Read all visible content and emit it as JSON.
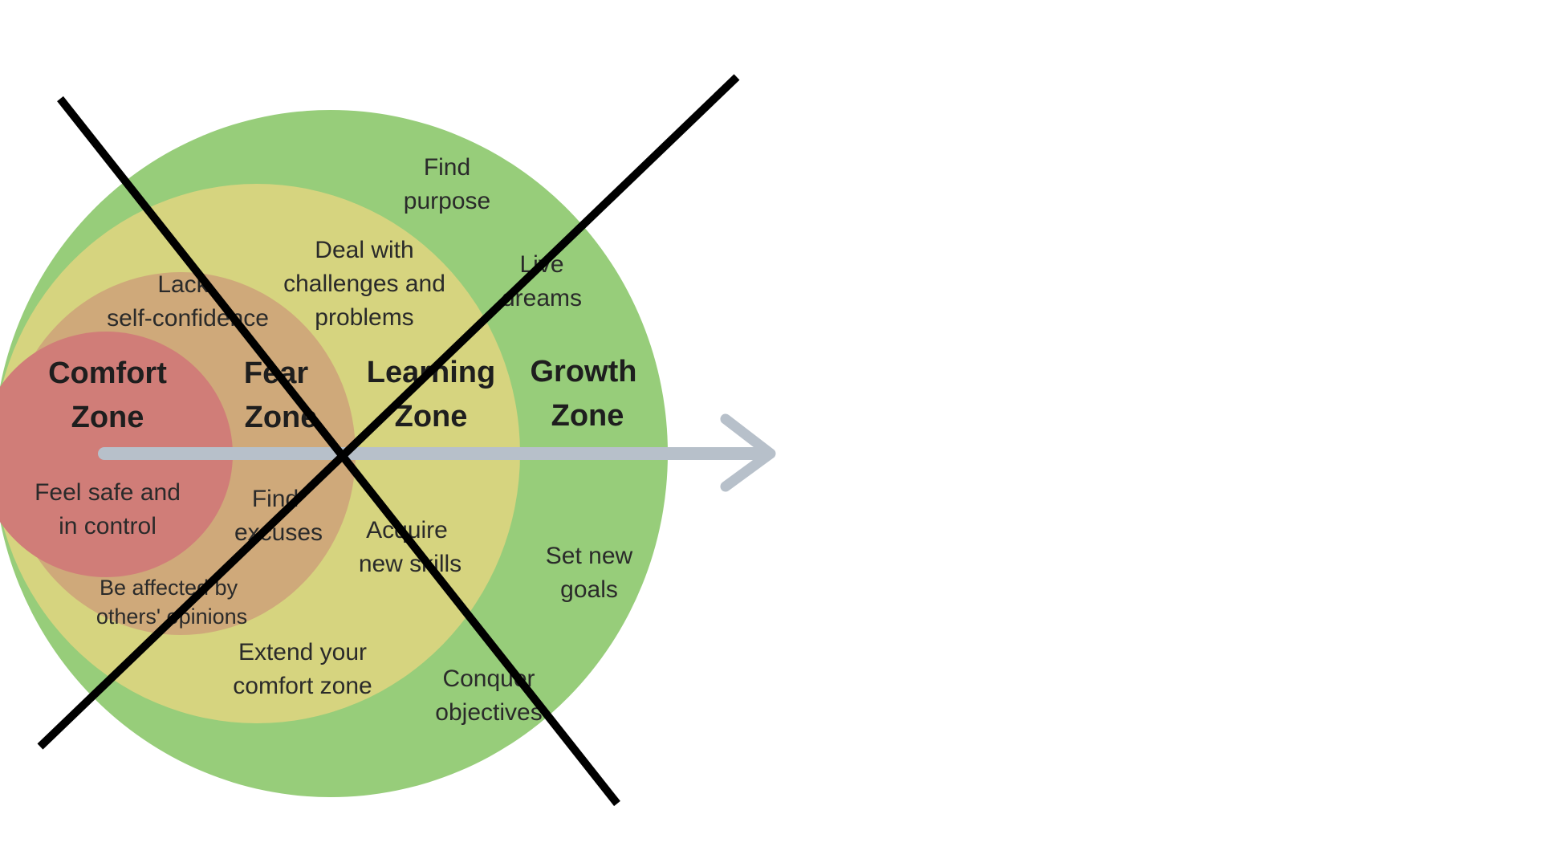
{
  "colors": {
    "background": "#ffffff",
    "growth_zone": "#97cd7a",
    "learning_zone": "#d6d47f",
    "fear_zone": "#cfa97a",
    "comfort_zone": "#d07d78",
    "arrow": "#b7c0ca",
    "cross": "#000000"
  },
  "zones": {
    "growth": {
      "title_line1": "Growth",
      "title_line2": "Zone"
    },
    "learning": {
      "title_line1": "Learning",
      "title_line2": "Zone"
    },
    "fear": {
      "title_line1": "Fear",
      "title_line2": "Zone"
    },
    "comfort": {
      "title_line1": "Comfort",
      "title_line2": "Zone"
    }
  },
  "labels": {
    "find_purpose": {
      "line1": "Find",
      "line2": "purpose"
    },
    "live_dreams": {
      "line1": "Live",
      "line2": "dreams"
    },
    "set_new_goals": {
      "line1": "Set new",
      "line2": "goals"
    },
    "conquer_objectives": {
      "line1": "Conquer",
      "line2": "objectives"
    },
    "deal_with_challenges": {
      "line1": "Deal with",
      "line2": "challenges and",
      "line3": "problems"
    },
    "acquire_new_skills": {
      "line1": "Acquire",
      "line2": "new skills"
    },
    "extend_comfort_zone": {
      "line1": "Extend your",
      "line2": "comfort zone"
    },
    "lack_self_confidence": {
      "line1": "Lack",
      "line2": "self-confidence"
    },
    "find_excuses": {
      "line1": "Find",
      "line2": "excuses"
    },
    "affected_by_opinions": {
      "line1": "Be affected by",
      "line2": "others' opinions"
    },
    "feel_safe": {
      "line1": "Feel safe and",
      "line2": "in control"
    }
  }
}
